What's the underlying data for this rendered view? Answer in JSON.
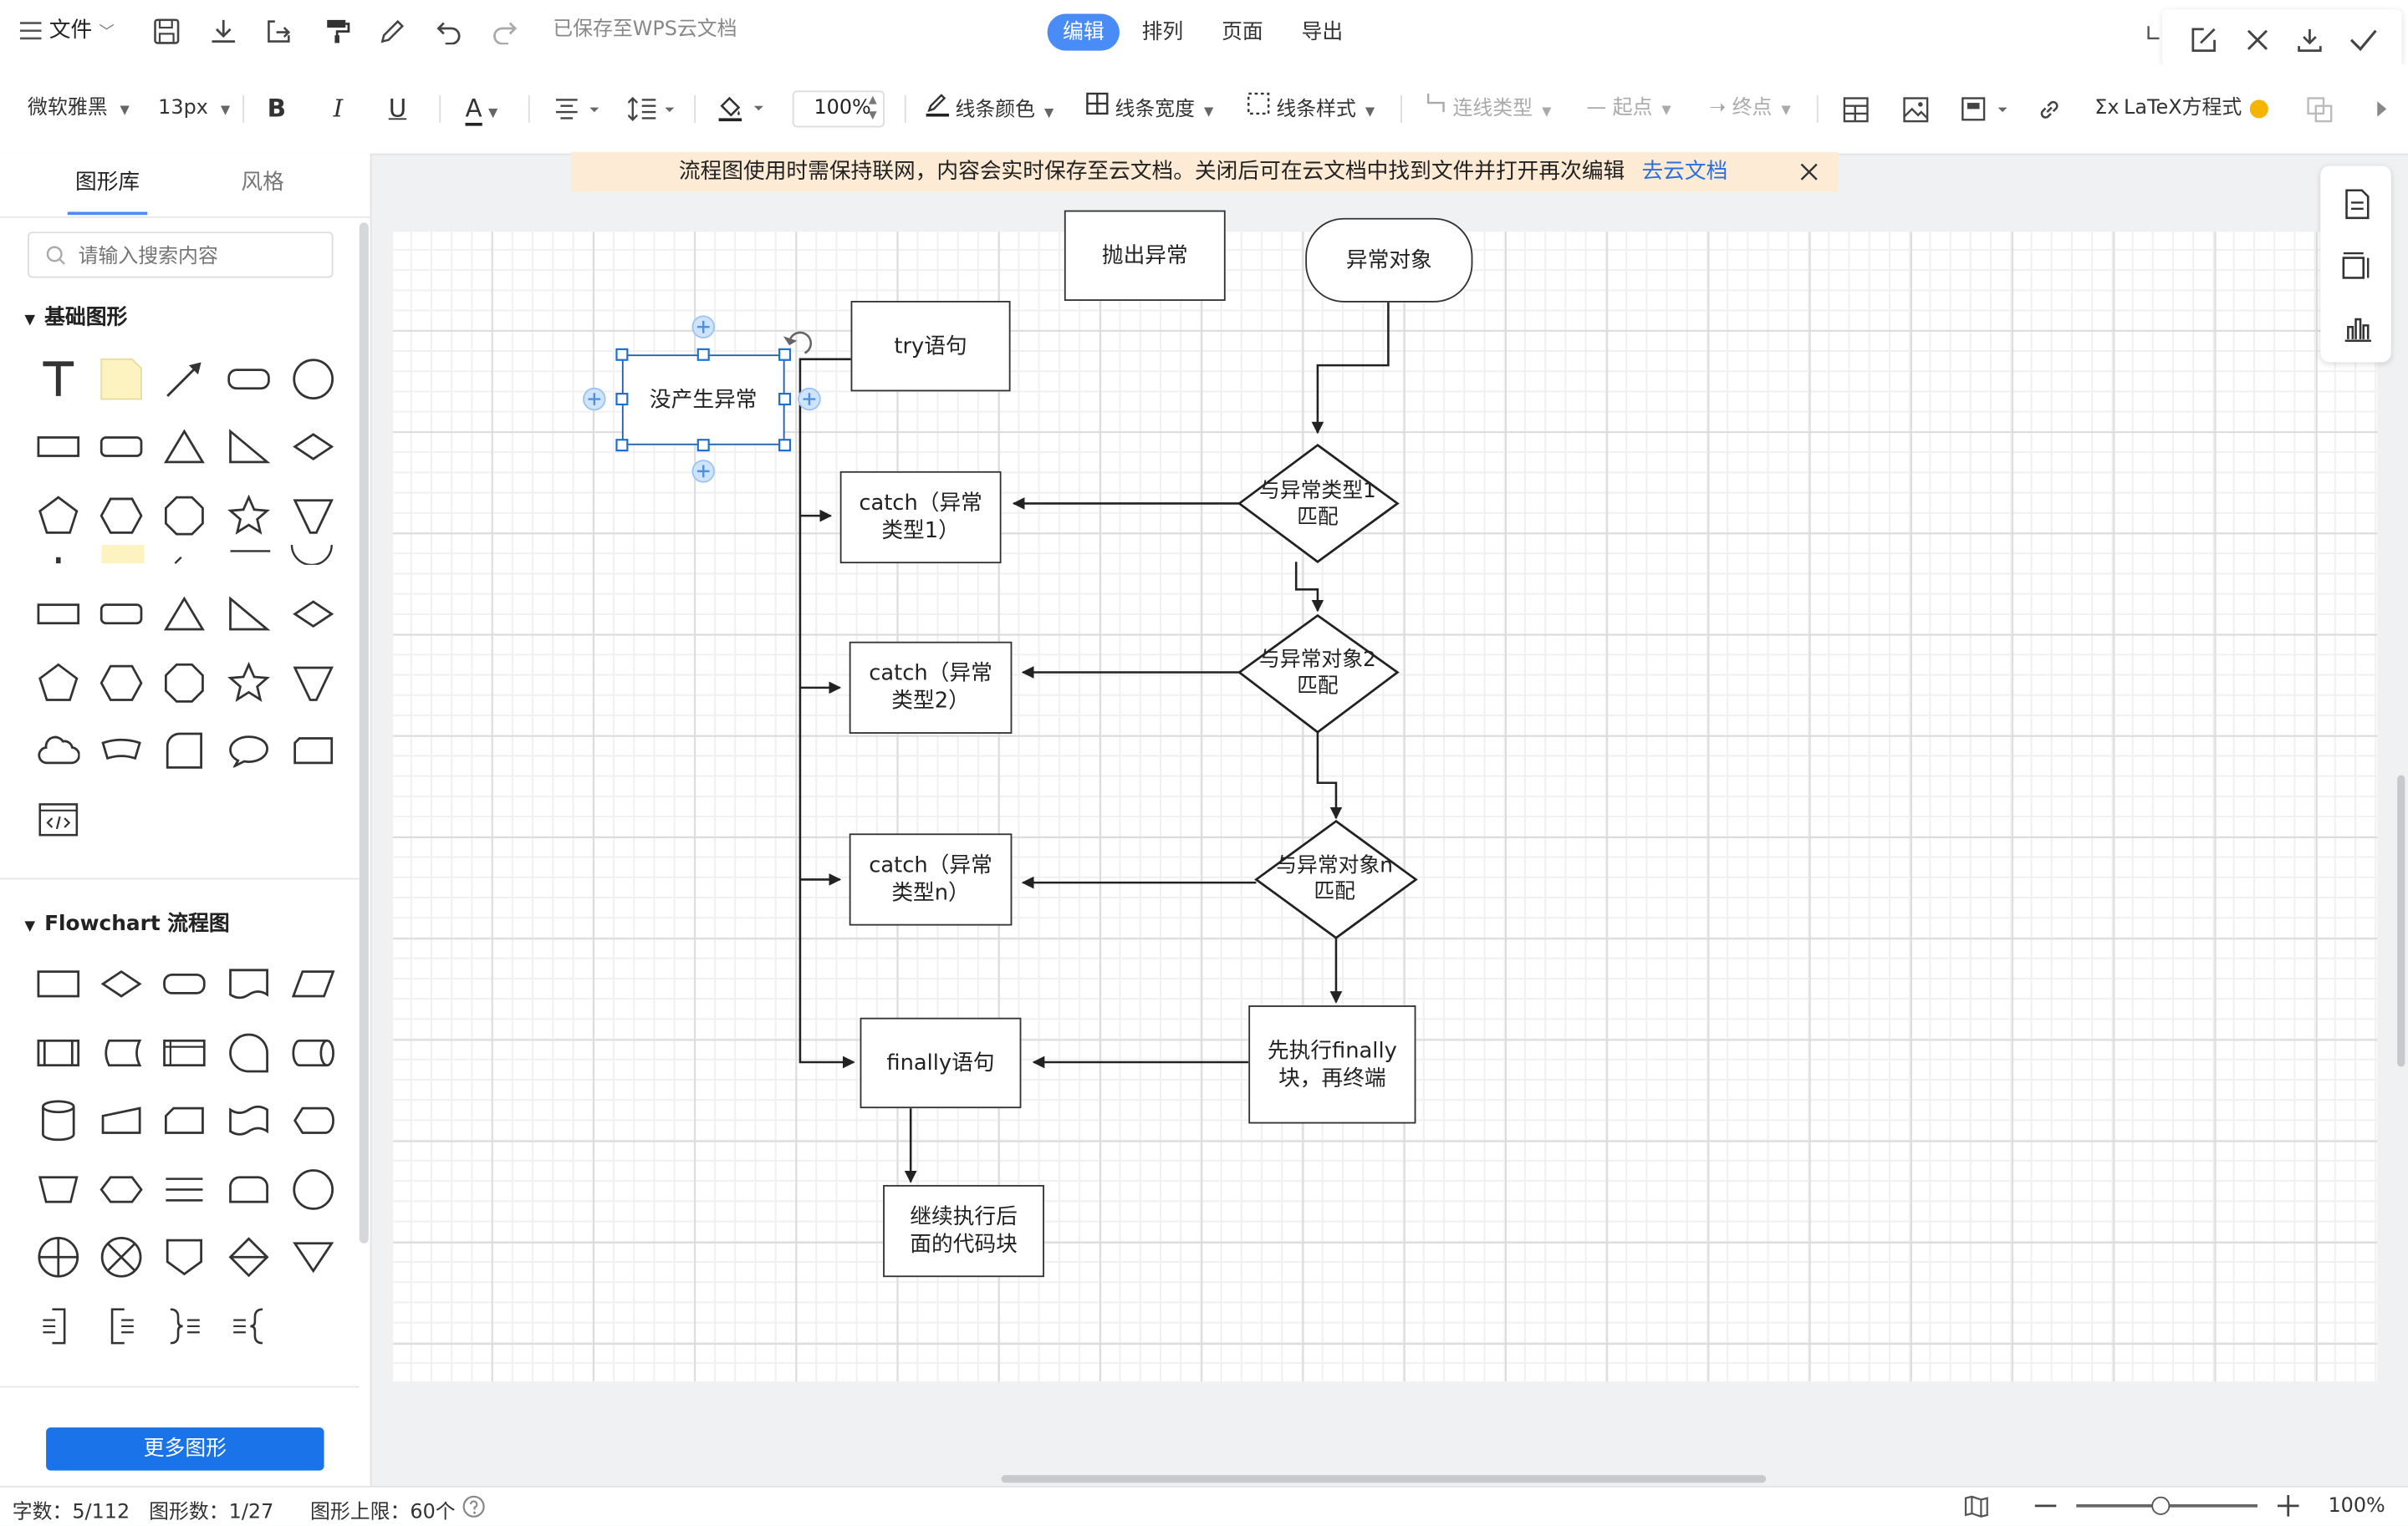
{
  "topbar": {
    "file_menu": "文件",
    "save_status": "已保存至WPS云文档",
    "tabs": [
      {
        "label": "编辑",
        "active": true
      },
      {
        "label": "排列",
        "active": false
      },
      {
        "label": "页面",
        "active": false
      },
      {
        "label": "导出",
        "active": false
      }
    ]
  },
  "toolbar": {
    "font_family": "微软雅黑",
    "font_size": "13px",
    "zoom": "100%",
    "line_color": "线条颜色",
    "line_width": "线条宽度",
    "line_style": "线条样式",
    "connector_type": "连线类型",
    "start_point": "起点",
    "end_point": "终点",
    "latex": "LaTeX方程式"
  },
  "banner": {
    "text": "流程图使用时需保持联网，内容会实时保存至云文档。关闭后可在云文档中找到文件并打开再次编辑",
    "link": "去云文档"
  },
  "sidebar": {
    "tabs": [
      "图形库",
      "风格"
    ],
    "search_placeholder": "请输入搜索内容",
    "sections": {
      "basic": "基础图形",
      "flowchart": "Flowchart 流程图"
    },
    "more_button": "更多图形"
  },
  "diagram": {
    "nodes": {
      "throw_exception": "抛出异常",
      "exception_object": "异常对象",
      "try_statement": "try语句",
      "no_exception": "没产生异常",
      "catch_1": "catch（异常\n类型1）",
      "catch_2": "catch（异常\n类型2）",
      "catch_n": "catch（异常\n类型n）",
      "match_1": "与异常类型1\n匹配",
      "match_2": "与异常对象2\n匹配",
      "match_n": "与异常对象n\n匹配",
      "finally_statement": "finally语句",
      "finally_then_stop": "先执行finally\n块，再终端",
      "continue_code": "继续执行后\n面的代码块"
    }
  },
  "status": {
    "word_count": "字数：5/112",
    "shape_count": "图形数：1/27",
    "shape_limit": "图形上限：60个",
    "zoom": "100%"
  },
  "colors": {
    "accent": "#4a8cf7",
    "banner_bg": "#fdebd5",
    "selection": "#1d6fd6"
  }
}
